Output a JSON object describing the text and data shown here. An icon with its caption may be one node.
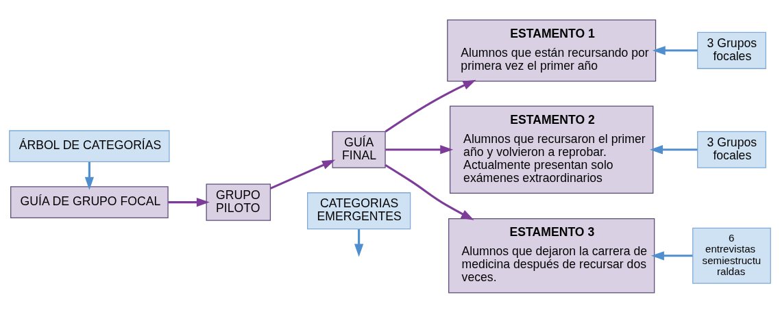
{
  "diagram": {
    "nodes": [
      {
        "text": [
          "ÁRBOL DE CATEGORÍAS"
        ]
      },
      {
        "text": [
          "GUÍA DE GRUPO FOCAL"
        ]
      },
      {
        "text": [
          "GRUPO PILOTO"
        ]
      },
      {
        "text": [
          "CATEGORIAS EMERGENTES"
        ]
      },
      {
        "text": [
          "GUÍA FINAL"
        ]
      },
      {
        "text": [
          "ESTAMENTO 1",
          "Alumnos que están recursando por primera vez el primer año"
        ]
      },
      {
        "text": [
          "ESTAMENTO 2",
          "Alumnos que recursaron el primer año y volvieron a reprobar. Actualmente presentan solo exámenes extraordinarios"
        ]
      },
      {
        "text": [
          "ESTAMENTO 3",
          "Alumnos que dejaron la carrera de medicina después de recursar dos veces."
        ]
      },
      {
        "text": [
          "3 Grupos focales"
        ]
      },
      {
        "text": [
          "3 Grupos focales"
        ]
      },
      {
        "text": [
          "6 entrevistas semiestructuraldas"
        ]
      }
    ],
    "edges": [
      {
        "from": 0,
        "to": 1,
        "arrow": "to",
        "color": "#4f8fcf"
      },
      {
        "from": 1,
        "to": 2,
        "arrow": "to"
      },
      {
        "from": 2,
        "to": 4,
        "arrow": "to"
      },
      {
        "from": 3,
        "to": null,
        "arrow": "to",
        "color": "#4f8fcf"
      },
      {
        "from": 4,
        "to": 5,
        "arrow": "to"
      },
      {
        "from": 4,
        "to": 6,
        "arrow": "to"
      },
      {
        "from": 4,
        "to": 7,
        "arrow": "to"
      },
      {
        "from": 8,
        "to": 5,
        "arrow": "to",
        "color": "#4f8fcf"
      },
      {
        "from": 9,
        "to": 6,
        "arrow": "to",
        "color": "#4f8fcf"
      },
      {
        "from": 10,
        "to": 7,
        "arrow": "to",
        "color": "#4f8fcf"
      }
    ]
  }
}
